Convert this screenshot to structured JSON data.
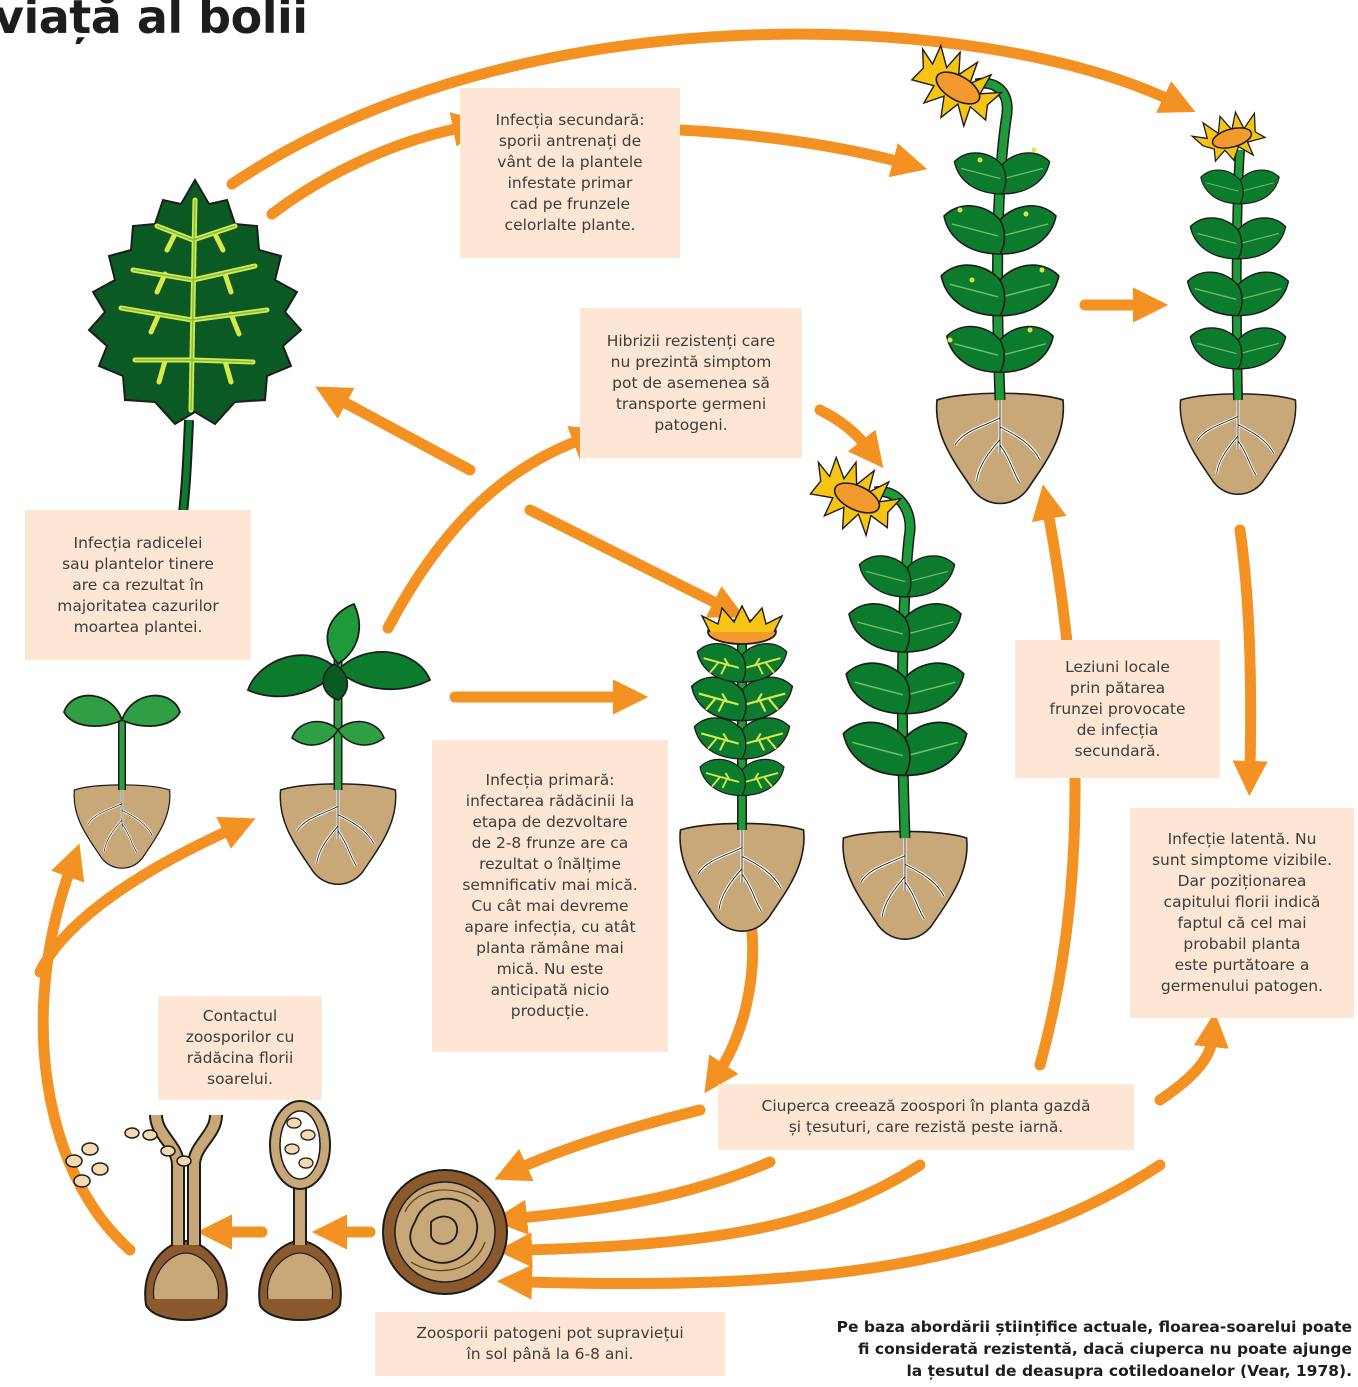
{
  "title": "viață al bolii",
  "colors": {
    "arrow": "#f39223",
    "box": "#fde6d3",
    "leaf": "#0d7b2e",
    "leaf_dark": "#0b5a24",
    "leaf_light": "#3aa64a",
    "vein_yellow": "#d9e94b",
    "soil": "#c8a878",
    "petal": "#f6c414",
    "center": "#f29a2e",
    "outline": "#1d1d1b"
  },
  "icons": [
    "infected-leaf-icon",
    "seedling-icon",
    "young-plant-icon",
    "sunflower-icon",
    "zoosporangium-icon",
    "oospore-icon",
    "zoospore-icon"
  ],
  "boxes": {
    "secondary": "Infecția secundară:\nsporii antrenați de\nvânt de la plantele\ninfestate primar\ncad pe frunzele\ncelorlalte plante.",
    "hybrids": "Hibrizii rezistenți care\nnu prezintă simptom\npot de asemenea să\ntransporte germeni\npatogeni.",
    "radicle": "Infecția radicelei\nsau plantelor tinere\nare ca rezultat în\nmajoritatea cazurilor\nmoartea plantei.",
    "primary": "Infecția primară:\ninfectarea rădăcinii la\netapa de dezvoltare\nde 2-8 frunze are ca\nrezultat o înălțime\nsemnificativ mai mică.\nCu cât mai devreme\napare infecția, cu atât\nplanta rămâne mai\nmică. Nu este\nanticipată nicio\nproducție.",
    "lesions": "Leziuni locale\nprin pătarea\nfrunzei provocate\nde infecția\nsecundară.",
    "latent": "Infecție latentă. Nu\nsunt simptome vizibile.\nDar poziționarea\ncapitului florii indică\nfaptul că cel mai\nprobabil planta\neste purtătoare a\ngermenului patogen.",
    "contact": "Contactul\nzoosporilor cu\nrădăcina florii\nsoarelui.",
    "zoospores": "Ciuperca creează zoospori în planta gazdă\nși țesuturi, care rezistă peste iarnă.",
    "survive": "Zoosporii patogeni pot supraviețui\nîn sol până la 6-8 ani."
  },
  "footnote": "Pe baza abordării științifice actuale, floarea-soarelui poate\nfi considerată rezistentă, dacă ciuperca nu poate ajunge\nla țesutul de deasupra cotiledoanelor (Vear, 1978)."
}
